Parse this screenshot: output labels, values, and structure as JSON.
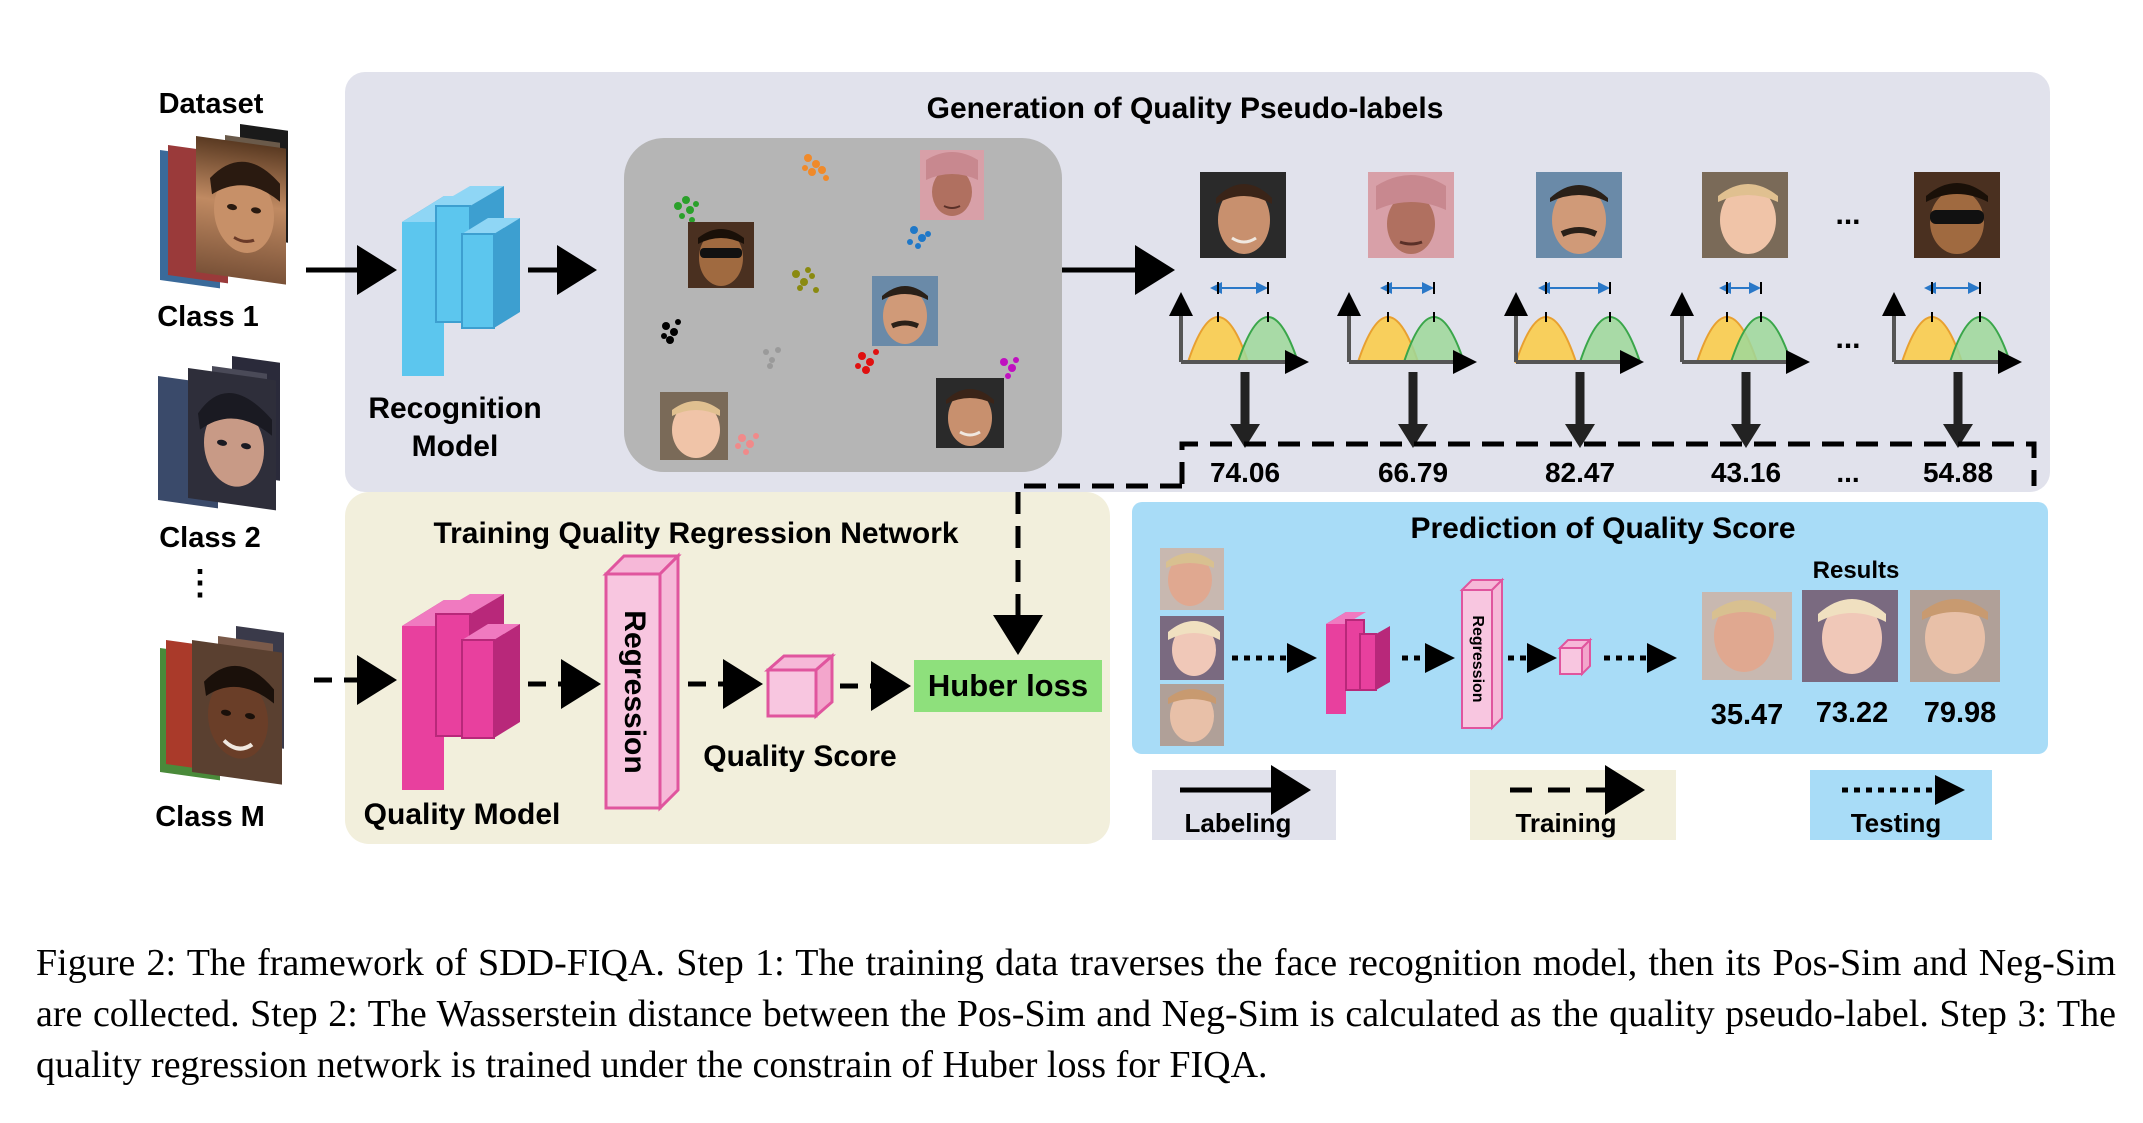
{
  "figure": {
    "dataset_label": "Dataset",
    "class_labels": [
      "Class 1",
      "Class 2",
      "⋮",
      "Class M"
    ],
    "generation_panel": {
      "title": "Generation of Quality Pseudo-labels",
      "model_label_line1": "Recognition",
      "model_label_line2": "Model",
      "ellipsis": "...",
      "scores": [
        "74.06",
        "66.79",
        "82.47",
        "43.16",
        "...",
        "54.88"
      ]
    },
    "training_panel": {
      "title": "Training Quality Regression Network",
      "model_label": "Quality Model",
      "regression_label": "Regression",
      "quality_score_label": "Quality Score",
      "loss_label": "Huber loss"
    },
    "prediction_panel": {
      "title": "Prediction of Quality Score",
      "regression_label": "Regression",
      "results_label": "Results",
      "result_scores": [
        "35.47",
        "73.22",
        "79.98"
      ]
    },
    "legend": {
      "labeling": "Labeling",
      "training": "Training",
      "testing": "Testing"
    }
  },
  "caption": "Figure 2: The framework of SDD-FIQA. Step 1: The training data traverses the face recognition model, then its Pos-Sim and Neg-Sim are collected. Step 2: The Wasserstein distance between the Pos-Sim and Neg-Sim is calculated as the quality pseudo-label. Step 3: The quality regression network is trained under the constrain of Huber loss for FIQA.",
  "colors": {
    "generation_bg": "#e1e2ec",
    "training_bg": "#f2efdc",
    "prediction_bg": "#a8dcf7",
    "cluster_bg": "#b5b5b5",
    "recognition_model": "#5cc6ee",
    "quality_model": "#e8409e",
    "huber_loss": "#8ee07c",
    "pos_curve": "#f8cf5c",
    "neg_curve": "#9ed89a",
    "neg_stroke": "#3aa64a"
  }
}
